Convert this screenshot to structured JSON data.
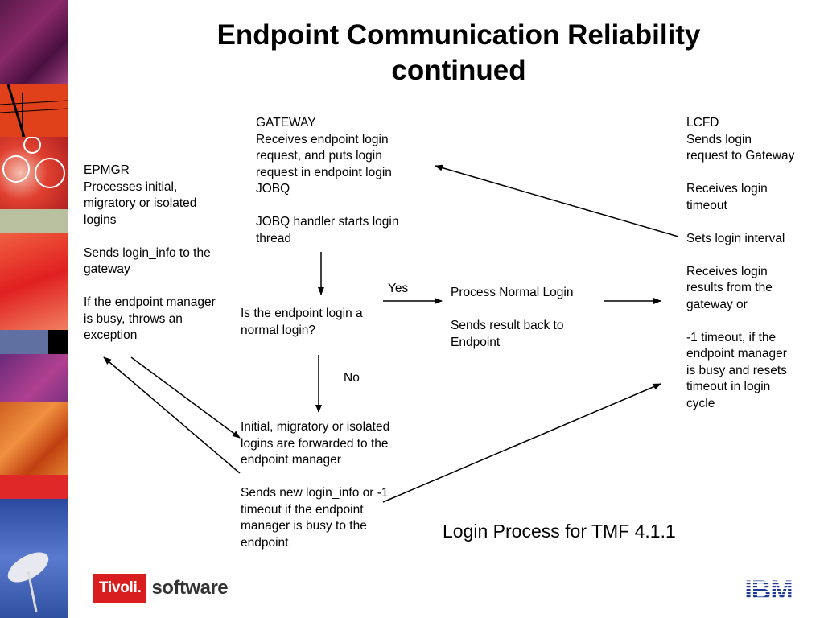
{
  "title_line1": "Endpoint Communication Reliability",
  "title_line2": "continued",
  "epmgr": "EPMGR\nProcesses initial, migratory or isolated logins\n\nSends login_info to the gateway\n\nIf the endpoint manager is busy, throws an exception",
  "gateway": "GATEWAY\nReceives endpoint login request, and puts login request in endpoint login JOBQ\n\nJOBQ handler starts login thread",
  "lcfd": "LCFD\nSends login request to Gateway\n\nReceives login timeout\n\nSets login interval\n\nReceives login results from the gateway or\n\n-1 timeout, if the endpoint manager is busy and resets timeout in login cycle",
  "decision": "Is the endpoint login a normal login?",
  "yes_label": "Yes",
  "no_label": "No",
  "normal_login": "Process Normal Login\n\nSends result back to Endpoint",
  "forwarded": "Initial, migratory or isolated logins are forwarded to the endpoint manager\n\nSends new login_info or -1 timeout if the endpoint manager is busy to the endpoint",
  "caption": "Login Process for TMF 4.1.1",
  "footer": {
    "tivoli": "Tivoli.",
    "software": "software",
    "ibm": "IBM"
  },
  "colors": {
    "tivoli_red": "#d81e1e",
    "ibm_blue": "#1f3a93"
  }
}
